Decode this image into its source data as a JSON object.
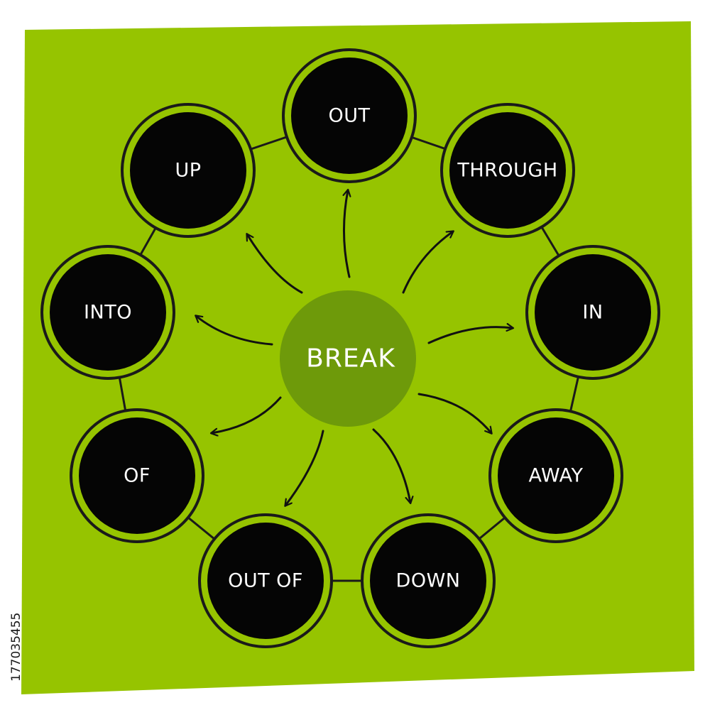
{
  "colors": {
    "background": "#96c400",
    "node_fill": "#050505",
    "node_ring": "#96c400",
    "outline": "#1a1a1a",
    "center_fill": "#6e9a0a",
    "text": "#ffffff"
  },
  "center": {
    "label": "BREAK"
  },
  "nodes": [
    {
      "id": "out",
      "label": "OUT"
    },
    {
      "id": "through",
      "label": "THROUGH"
    },
    {
      "id": "in",
      "label": "IN"
    },
    {
      "id": "away",
      "label": "AWAY"
    },
    {
      "id": "down",
      "label": "DOWN"
    },
    {
      "id": "out-of",
      "label": "OUT OF"
    },
    {
      "id": "of",
      "label": "OF"
    },
    {
      "id": "into",
      "label": "INTO"
    },
    {
      "id": "up",
      "label": "UP"
    }
  ],
  "stock_id": "177035455"
}
